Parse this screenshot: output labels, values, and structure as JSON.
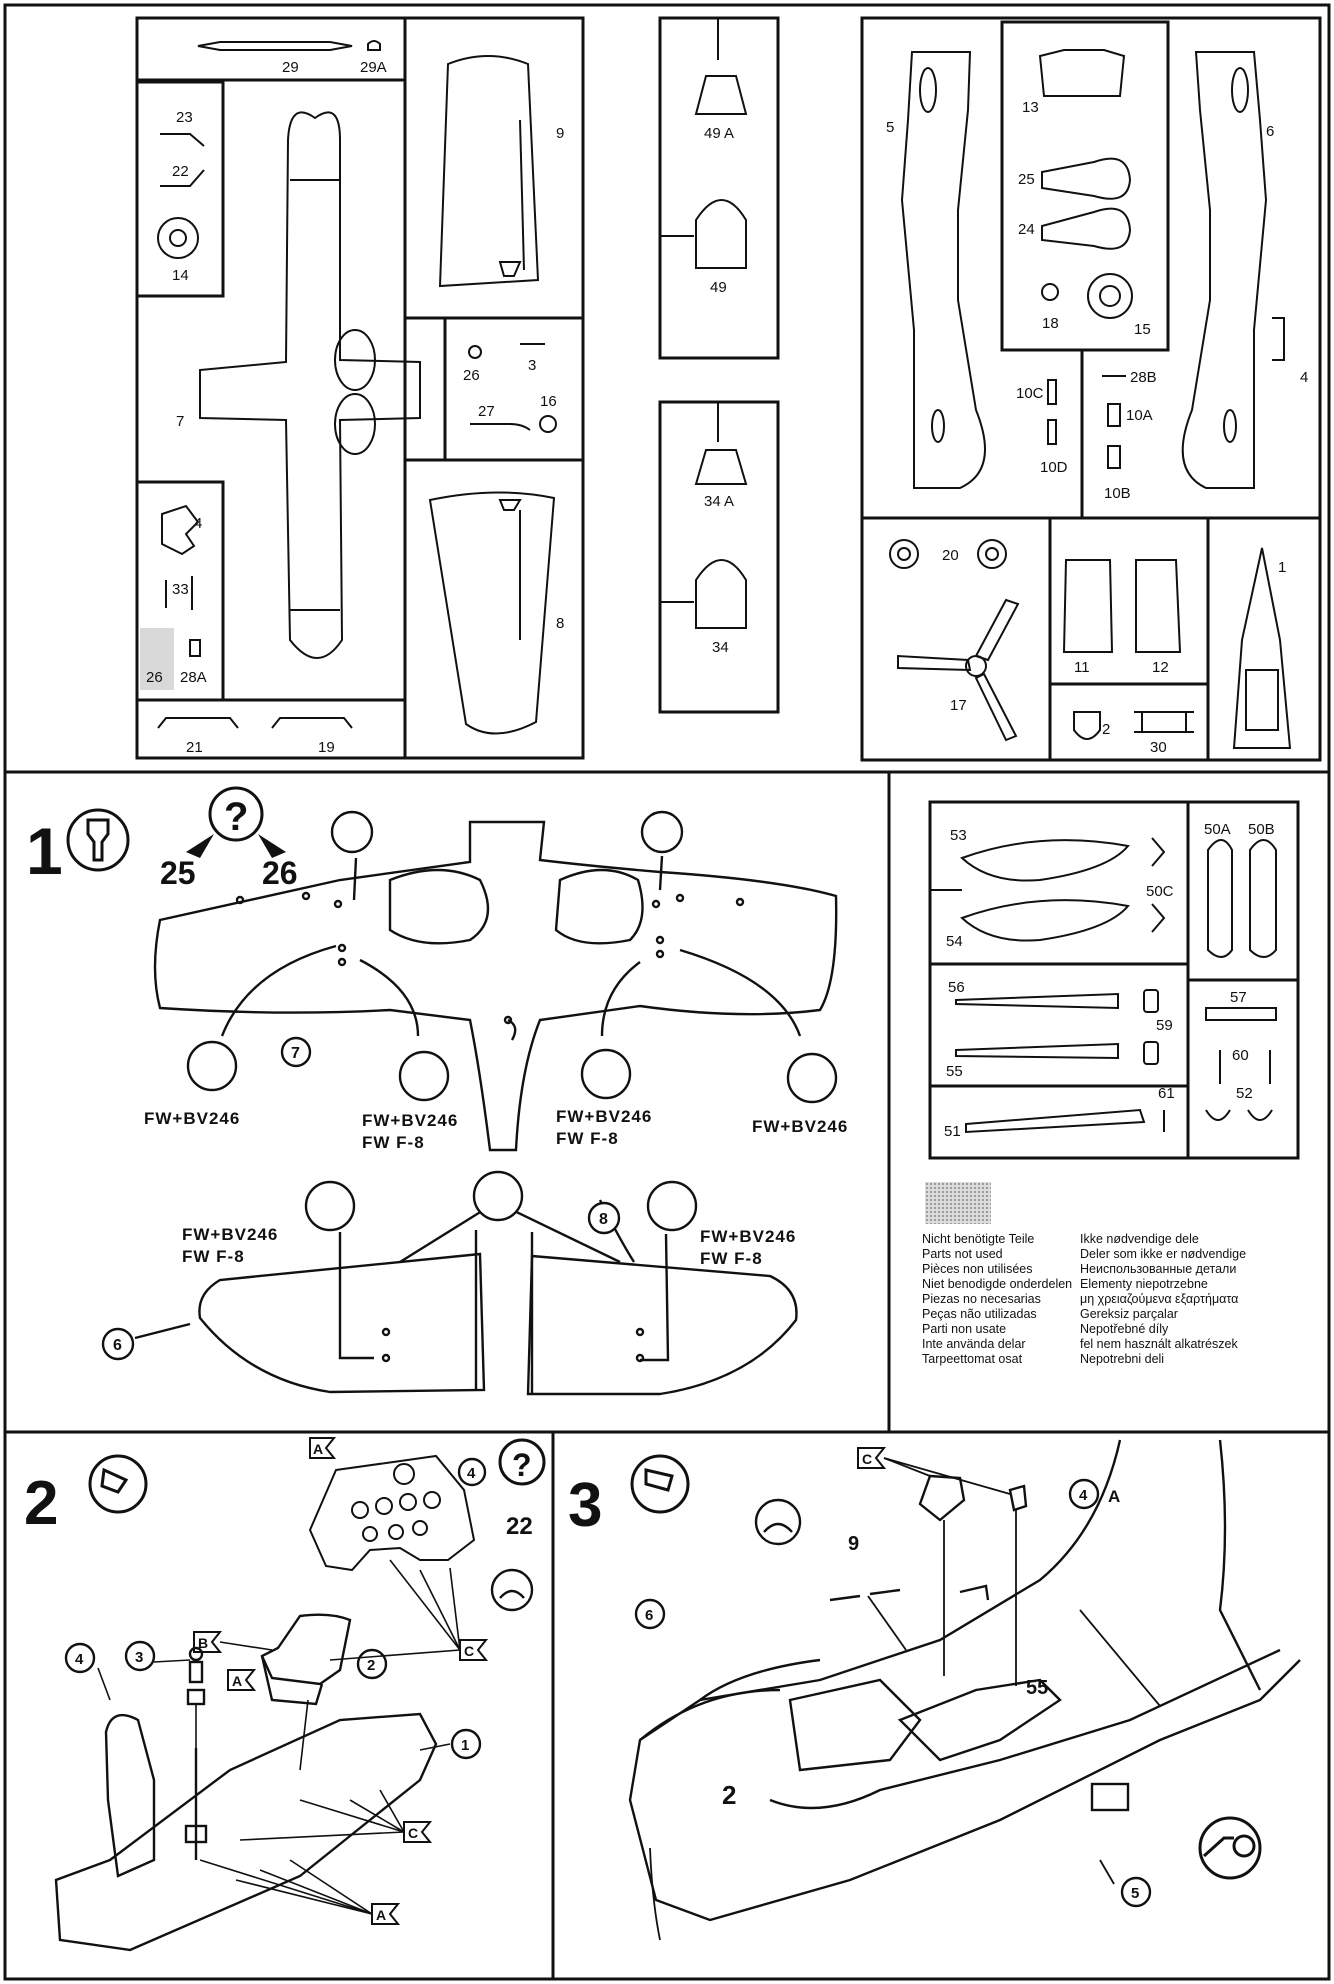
{
  "parts_tree": {
    "labels": [
      "29",
      "29A",
      "9",
      "23",
      "22",
      "14",
      "7",
      "26",
      "3",
      "27",
      "16",
      "4",
      "33",
      "26",
      "28A",
      "8",
      "21",
      "19",
      "49 A",
      "49",
      "34 A",
      "34",
      "5",
      "13",
      "25",
      "24",
      "18",
      "15",
      "6",
      "4",
      "10C",
      "10D",
      "28B",
      "10A",
      "10B",
      "20",
      "17",
      "11",
      "12",
      "1",
      "2",
      "30",
      "53",
      "50C",
      "54",
      "50A",
      "50B",
      "56",
      "59",
      "55",
      "57",
      "60",
      "52",
      "61",
      "51"
    ]
  },
  "step1": {
    "number": "1",
    "question_refs": [
      "25",
      "26"
    ],
    "callouts": [
      "7",
      "6",
      "8"
    ],
    "version_labels": {
      "a": "FW+BV246",
      "b": "FW+BV246",
      "b2": "FW F-8",
      "c": "FW+BV246",
      "c2": "FW F-8",
      "d": "FW+BV246",
      "e": "FW+BV246",
      "e2": "FW F-8",
      "f": "FW+BV246",
      "f2": "FW F-8"
    }
  },
  "legend": {
    "left": [
      "Nicht benötigte Teile",
      "Parts not used",
      "Pièces non utilisées",
      "Niet benodigde onderdelen",
      "Piezas no necesarias",
      "Peças não utilizadas",
      "Parti non usate",
      "Inte använda delar",
      "Tarpeettomat osat"
    ],
    "right": [
      "Ikke nødvendige dele",
      "Deler som ikke er nødvendige",
      "Неиспользованные детали",
      "Elementy niepotrzebne",
      "μη χρειαζούμενα εξαρτήματα",
      "Gereksiz parçalar",
      "Nepotřebné díly",
      "fel nem használt alkatrészek",
      "Nepotrebni deli"
    ]
  },
  "step2": {
    "number": "2",
    "question_ref": "22",
    "callouts": [
      "4",
      "3",
      "2",
      "1"
    ],
    "glue_flags": [
      "A",
      "B",
      "C",
      "C",
      "A",
      "A"
    ]
  },
  "step3": {
    "number": "3",
    "callouts": [
      "6",
      "9",
      "4",
      "A",
      "55",
      "2",
      "5"
    ],
    "glue_flags": [
      "C"
    ]
  },
  "icons": [
    "glue-tube-icon",
    "question-icon",
    "paint-brush-icon",
    "cement-tube-icon",
    "pilot-figure-icon",
    "tape-icon"
  ]
}
